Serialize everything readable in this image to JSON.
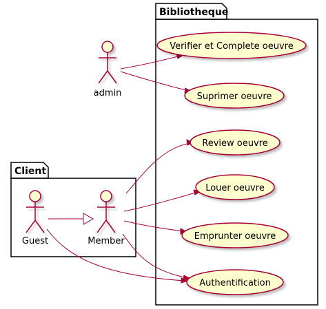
{
  "colors": {
    "background": "#ffffff",
    "package_border": "#000000",
    "actor_fill": "#FEFECE",
    "actor_stroke": "#A80036",
    "usecase_fill": "#FEFECE",
    "usecase_stroke": "#A80036",
    "arrow": "#A80036",
    "shadow": "#cfcfcf"
  },
  "packages": [
    {
      "id": "bibliotheque",
      "title": "Bibliotheque"
    },
    {
      "id": "client",
      "title": "Client"
    }
  ],
  "actors": [
    {
      "id": "admin",
      "label": "admin"
    },
    {
      "id": "guest",
      "label": "Guest"
    },
    {
      "id": "member",
      "label": "Member"
    }
  ],
  "usecases": [
    {
      "id": "verifier",
      "label": "Verifier et Complete oeuvre"
    },
    {
      "id": "suprimer",
      "label": "Suprimer oeuvre"
    },
    {
      "id": "review",
      "label": "Review oeuvre"
    },
    {
      "id": "louer",
      "label": "Louer oeuvre"
    },
    {
      "id": "emprunter",
      "label": "Emprunter oeuvre"
    },
    {
      "id": "auth",
      "label": "Authentification"
    }
  ],
  "relations": [
    {
      "from": "admin",
      "to": "verifier",
      "kind": "association"
    },
    {
      "from": "admin",
      "to": "suprimer",
      "kind": "association"
    },
    {
      "from": "member",
      "to": "review",
      "kind": "association"
    },
    {
      "from": "member",
      "to": "louer",
      "kind": "association"
    },
    {
      "from": "member",
      "to": "emprunter",
      "kind": "association"
    },
    {
      "from": "member",
      "to": "auth",
      "kind": "association"
    },
    {
      "from": "guest",
      "to": "auth",
      "kind": "association"
    },
    {
      "from": "guest",
      "to": "member",
      "kind": "generalization"
    }
  ]
}
